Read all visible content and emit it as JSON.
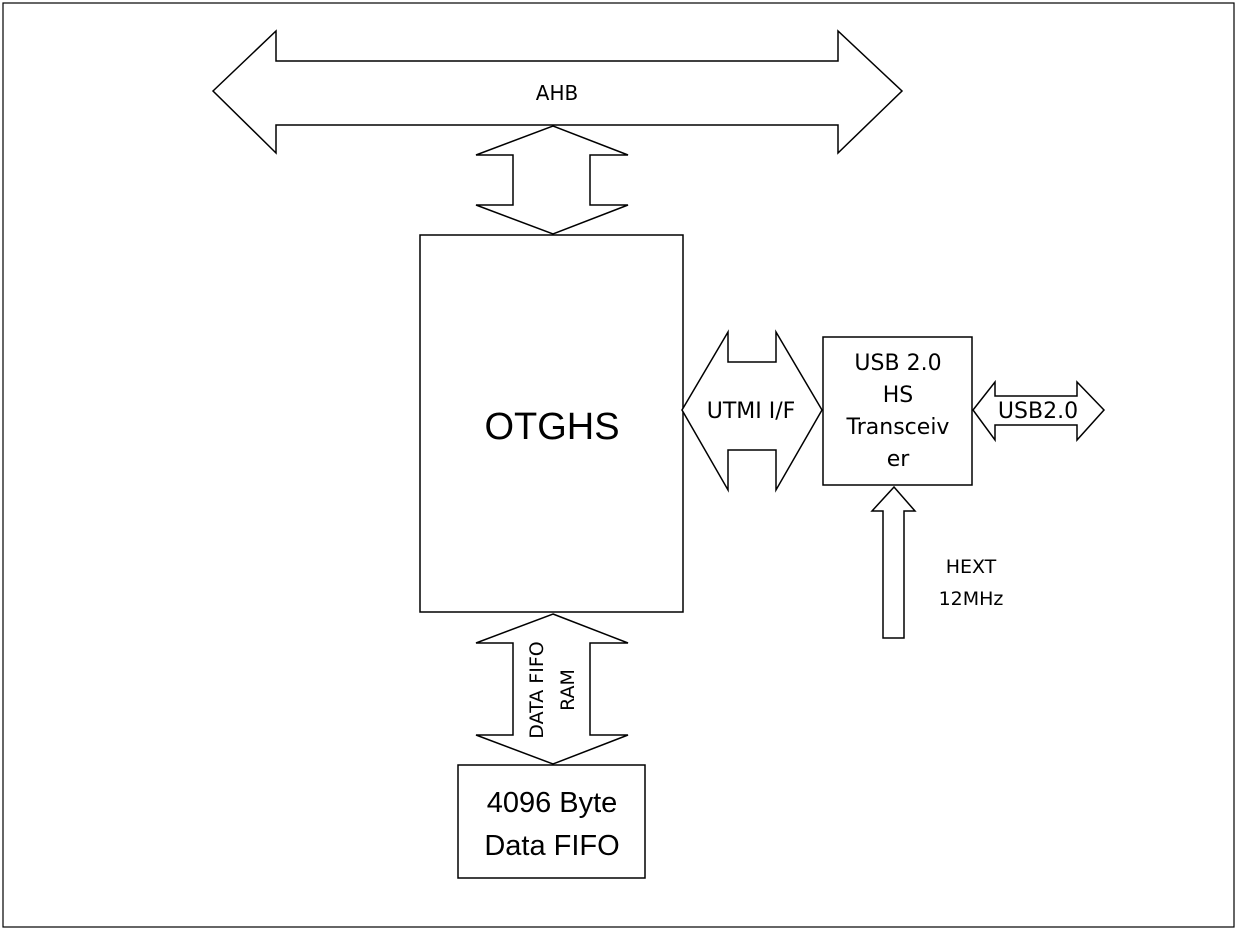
{
  "bus": {
    "label": "AHB"
  },
  "core": {
    "label": "OTGHS"
  },
  "interface": {
    "label": "UTMI I/F"
  },
  "transceiver": {
    "lines": [
      "USB 2.0",
      "HS",
      "Transceiv",
      "er"
    ]
  },
  "usb_port": {
    "label": "USB2.0"
  },
  "clock": {
    "lines": [
      "HEXT",
      "12MHz"
    ]
  },
  "fifo_link": {
    "lines": [
      "DATA FIFO",
      "RAM"
    ]
  },
  "fifo": {
    "lines": [
      "4096 Byte",
      "Data FIFO"
    ]
  },
  "colors": {
    "stroke": "#000000",
    "fill": "#ffffff"
  }
}
